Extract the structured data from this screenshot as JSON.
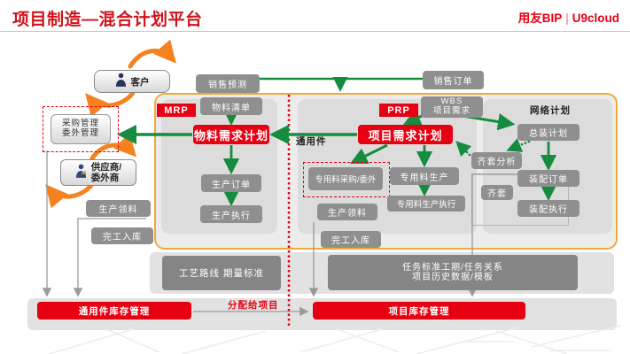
{
  "header": {
    "title": "项目制造—混合计划平台",
    "brand_left": "用友BIP",
    "brand_sep": "|",
    "brand_right": "U9cloud"
  },
  "actors": {
    "customer": "客户",
    "supplier_line1": "供应商/",
    "supplier_line2": "委外商"
  },
  "left_flow": {
    "purchase_line1": "采购管理",
    "purchase_line2": "委外管理",
    "picking": "生产领料",
    "warehousing": "完工入库"
  },
  "top_flow": {
    "sales_forecast": "销售预测",
    "sales_order": "销售订单"
  },
  "mrp": {
    "tag": "MRP",
    "bom": "物料清单",
    "plan": "物料需求计划",
    "order": "生产订单",
    "execution": "生产执行"
  },
  "prp": {
    "tag": "PRP",
    "wbs_line1": "WBS",
    "wbs_line2": "项目需求",
    "plan": "项目需求计划",
    "common_parts": "通用件",
    "special_purchase": "专用料采购/委外",
    "special_production": "专用料生产",
    "special_execution": "专用料生产执行",
    "picking": "生产领料",
    "warehousing": "完工入库"
  },
  "network": {
    "label": "网络计划",
    "assembly_plan": "总装计划",
    "kit_analysis": "齐套分析",
    "kit": "齐套",
    "assembly_order": "装配订单",
    "assembly_execution": "装配执行"
  },
  "bottom": {
    "process_route": "工艺路线 期量标准",
    "task_line1": "任务标准工期/任务关系",
    "task_line2": "项目历史数据/模板",
    "common_inventory": "通用件库存管理",
    "allocate": "分配给项目",
    "project_inventory": "项目库存管理"
  },
  "colors": {
    "brand_red": "#e60012",
    "arrow_green": "#168c3e",
    "panel_orange": "#f2a93b",
    "swoosh_orange": "#f5821f",
    "gray_box": "#8f8f8f"
  }
}
